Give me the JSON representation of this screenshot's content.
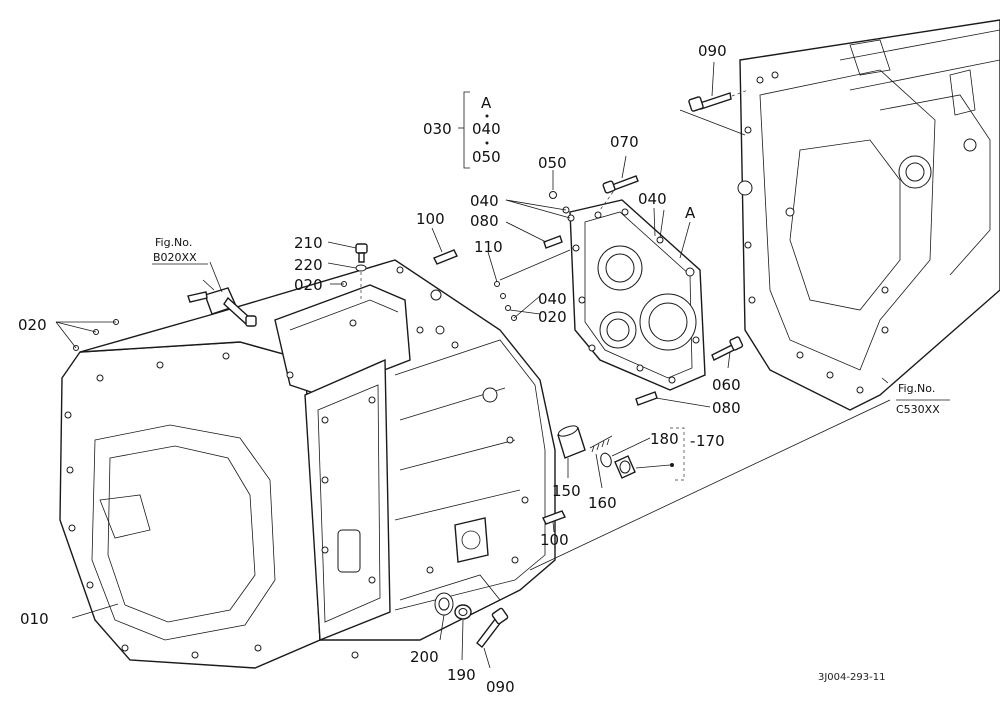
{
  "labels": {
    "p010": "010",
    "p020a": "020",
    "p020b": "020",
    "p020c": "020",
    "p030": "030",
    "p040a": "040",
    "p040b": "040",
    "p040c": "040",
    "p040d": "040",
    "p050a": "050",
    "p050b": "050",
    "p060": "060",
    "p070": "070",
    "p080a": "080",
    "p080b": "080",
    "p090a": "090",
    "p090b": "090",
    "p100a": "100",
    "p100b": "100",
    "p110": "110",
    "p150": "150",
    "p160": "160",
    "p170": "170",
    "p180": "180",
    "p190": "190",
    "p200": "200",
    "p210": "210",
    "p220": "220",
    "refA1": "A",
    "refA2": "A"
  },
  "fig_refs": {
    "left_title": "Fig.No.",
    "left_code": "B020XX",
    "right_title": "Fig.No.",
    "right_code": "C530XX"
  },
  "drawing_code": "3J004-293-11"
}
